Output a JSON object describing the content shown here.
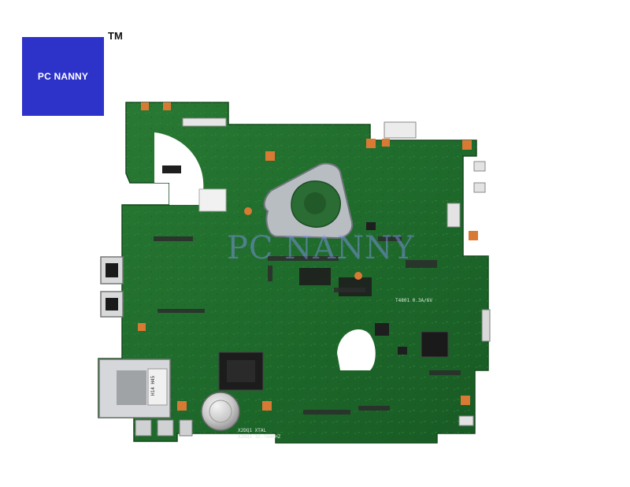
{
  "brand": {
    "logo_text": "PC NANNY",
    "trademark": "TM",
    "watermark": "PC NANNY",
    "logo_color": "#2d32c8"
  },
  "board": {
    "pcb_color": "#1f6b2c",
    "silkscreen": [
      "X2DQ1 XTAL",
      "X2DQ1 32.768KHZ",
      "T4801 0.3A/6V"
    ],
    "label_codes": [
      "H14 H45"
    ]
  }
}
